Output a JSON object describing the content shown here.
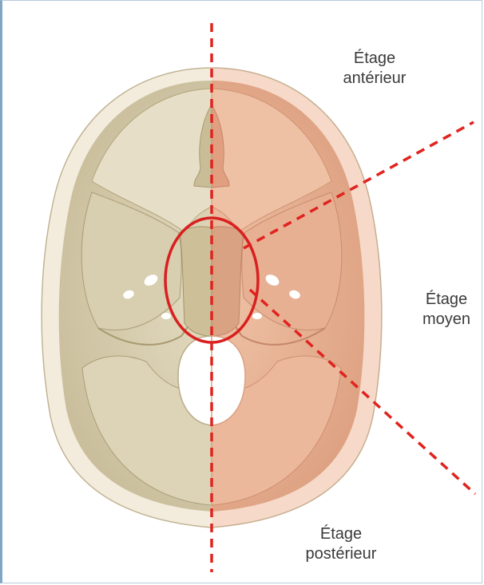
{
  "labels": {
    "anterior": {
      "line1": "Étage",
      "line2": "antérieur"
    },
    "middle": {
      "line1": "Étage",
      "line2": "moyen"
    },
    "posterior": {
      "line1": "Étage",
      "line2": "postérieur"
    }
  },
  "colors": {
    "bone_left": "#d8cfb2",
    "bone_left_dark": "#b9ad89",
    "bone_right": "#eab699",
    "bone_right_dark": "#d89b7b",
    "outer_rim_left": "#f3ecdd",
    "outer_rim_right": "#f6d9c8",
    "dashed_line": "#e0231f",
    "circle": "#d8201f",
    "frame_border": "#7fa6c4"
  },
  "icons": {
    "sella-region-marker": "ellipse"
  }
}
